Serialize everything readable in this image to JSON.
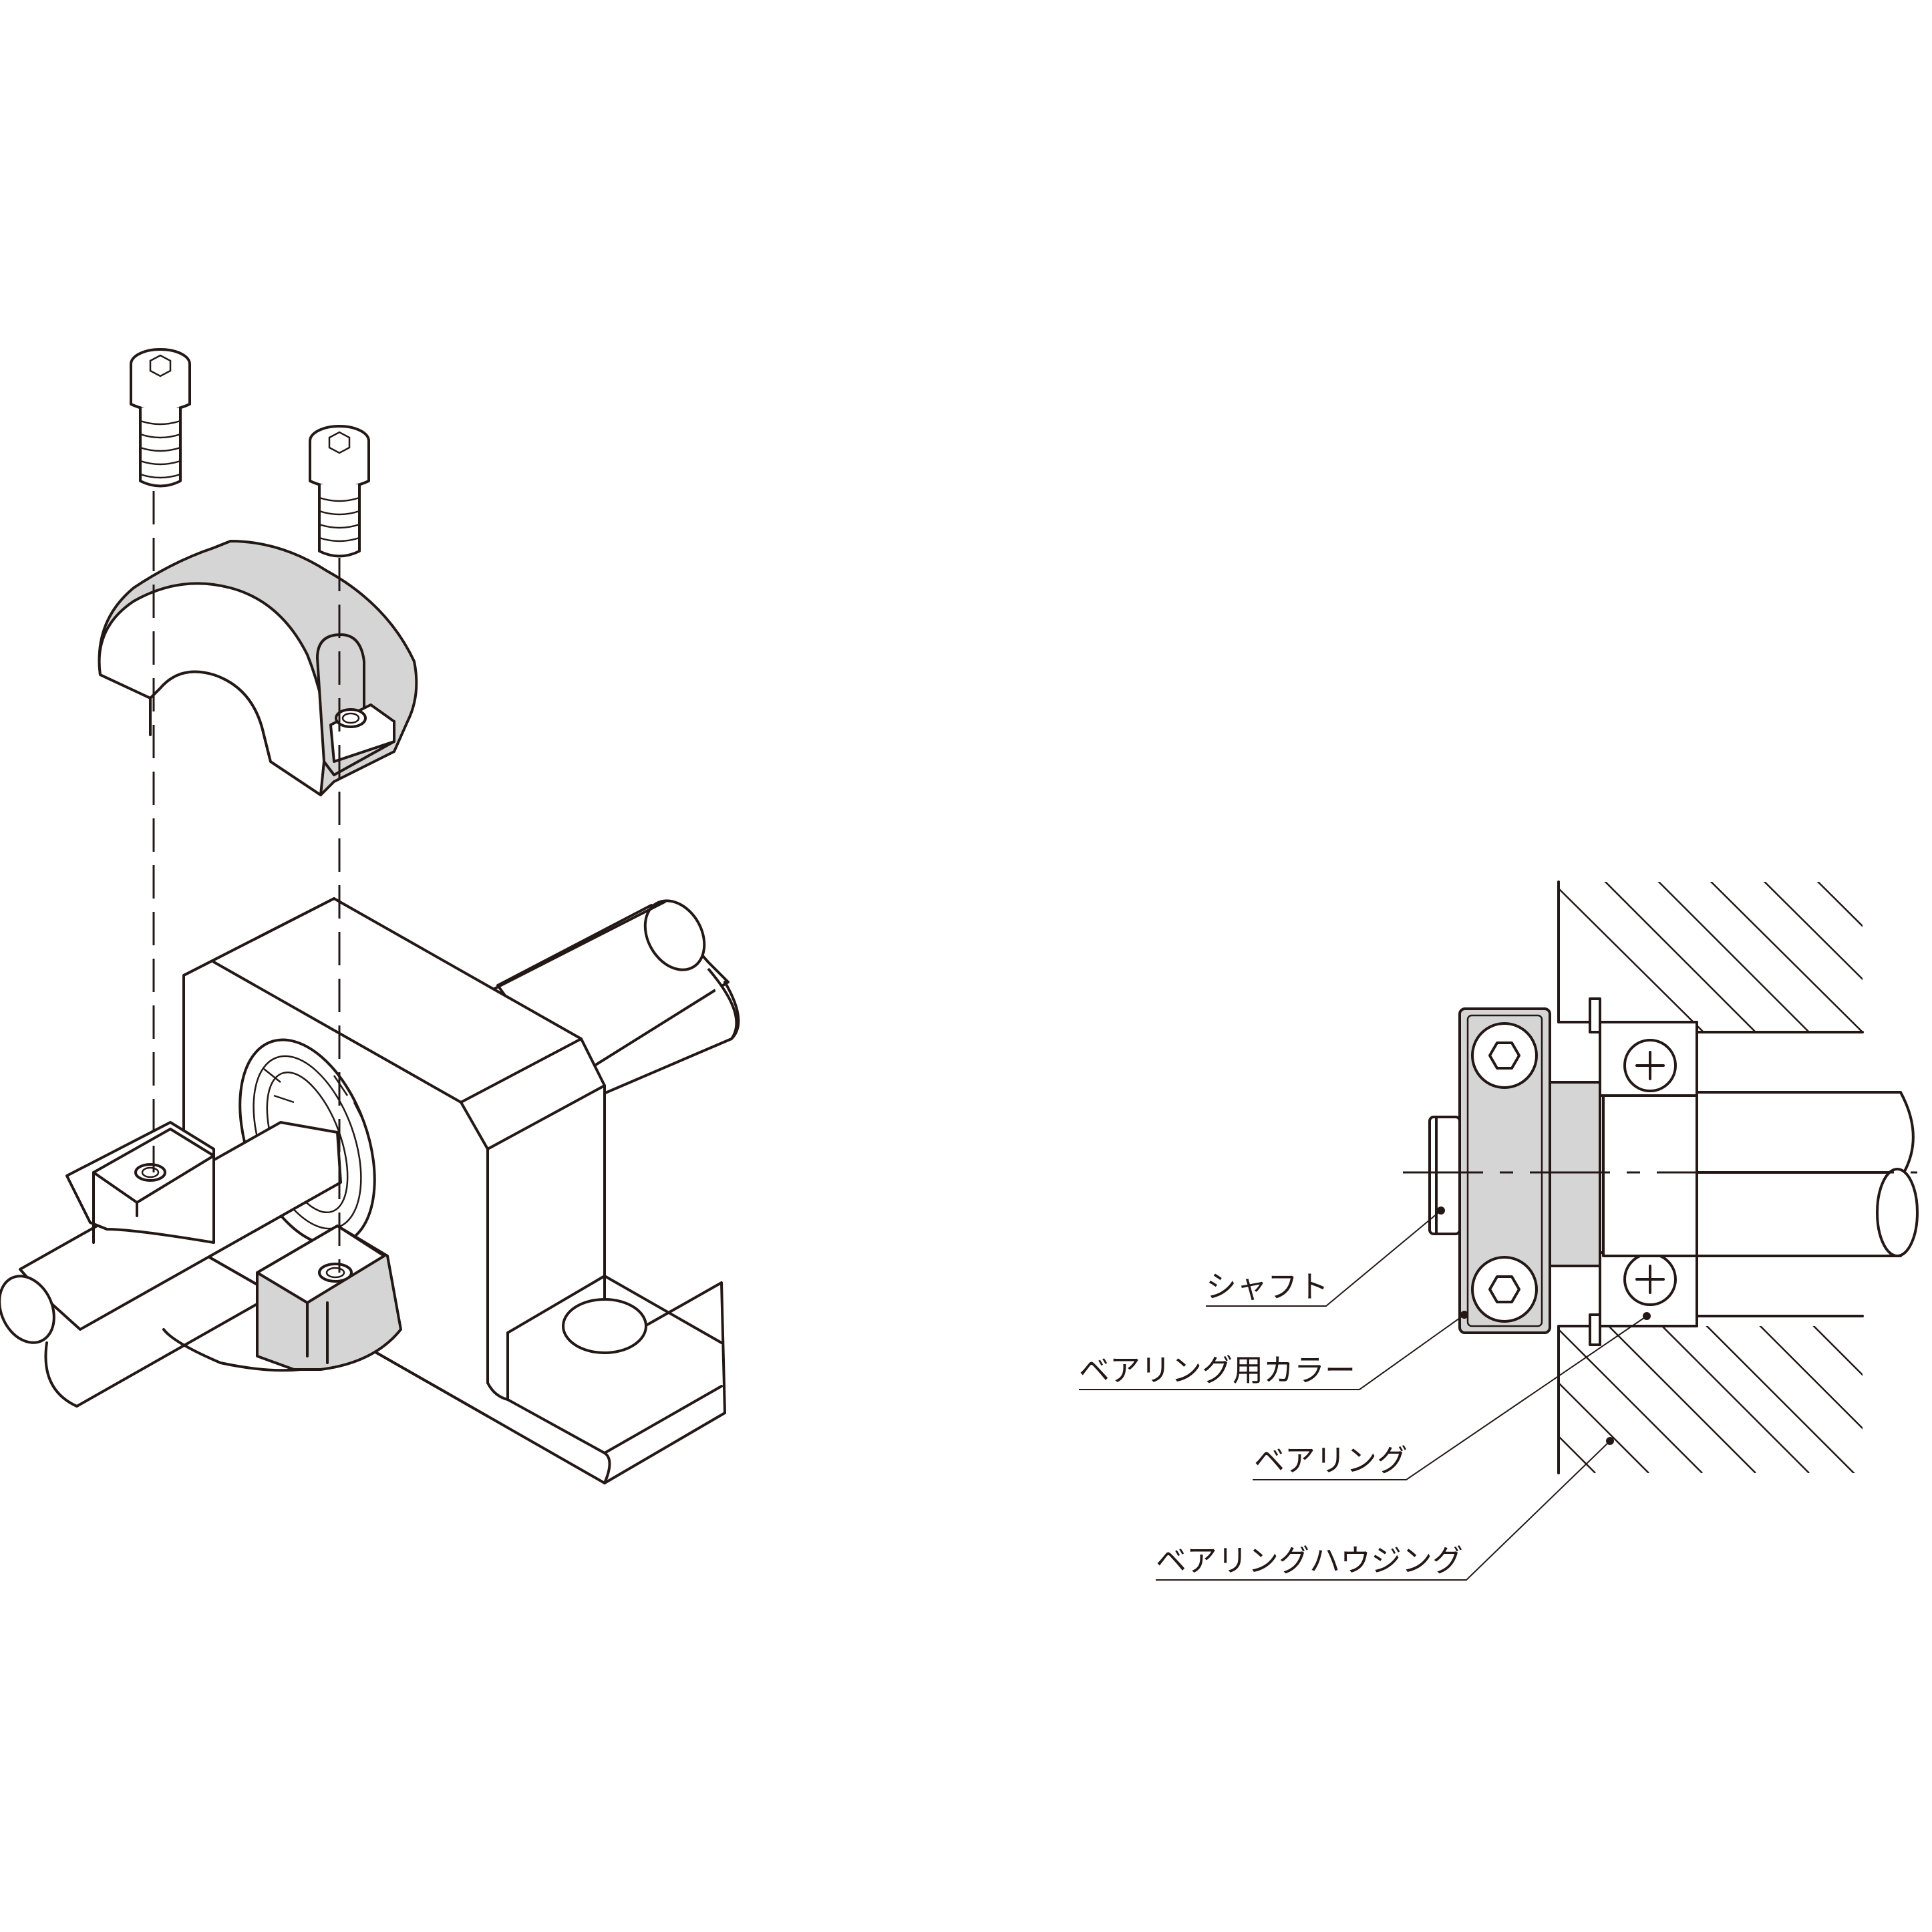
{
  "labels": {
    "shaft": "シャフト",
    "bearing_collar": "ベアリング用カラー",
    "bearing": "ベアリング",
    "bearing_housing": "ベアリングハウジング"
  },
  "colors": {
    "line": "#231815",
    "part_fill": "#d5d5d5",
    "background": "#ffffff"
  },
  "icons": {
    "screw": "socket-head-cap-screw-icon",
    "collar": "split-collar-icon",
    "bearing_ball": "bearing-ball-icon"
  }
}
